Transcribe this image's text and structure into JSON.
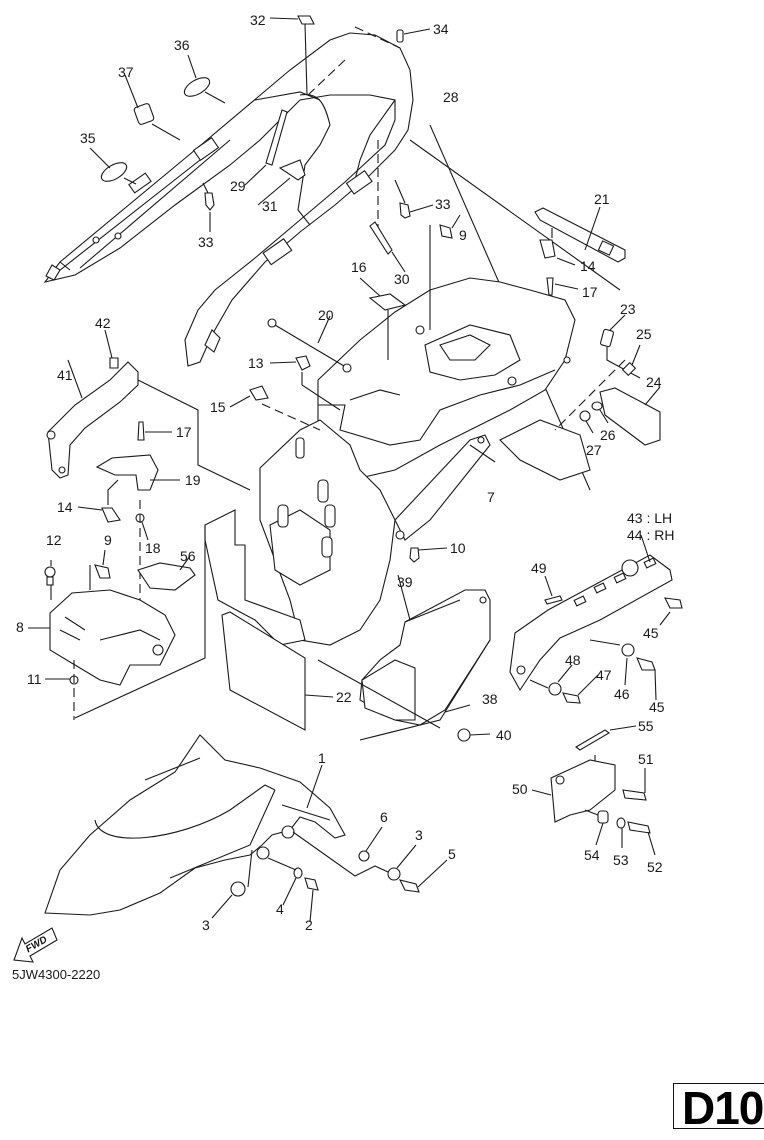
{
  "diagram": {
    "title_code": "5JW4300-2220",
    "page_label": "D10",
    "direction_marker": "FWD",
    "legend_notes": [
      {
        "id": "43",
        "side": "LH",
        "text": "43 : LH"
      },
      {
        "id": "44",
        "side": "RH",
        "text": "44 : RH"
      }
    ],
    "callouts": [
      {
        "id": "c32",
        "text": "32"
      },
      {
        "id": "c34",
        "text": "34"
      },
      {
        "id": "c36",
        "text": "36"
      },
      {
        "id": "c37",
        "text": "37"
      },
      {
        "id": "c28",
        "text": "28"
      },
      {
        "id": "c35",
        "text": "35"
      },
      {
        "id": "c29",
        "text": "29"
      },
      {
        "id": "c31",
        "text": "31"
      },
      {
        "id": "c33a",
        "text": "33"
      },
      {
        "id": "c33b",
        "text": "33"
      },
      {
        "id": "c21",
        "text": "21"
      },
      {
        "id": "c9a",
        "text": "9"
      },
      {
        "id": "c30",
        "text": "30"
      },
      {
        "id": "c14a",
        "text": "14"
      },
      {
        "id": "c17a",
        "text": "17"
      },
      {
        "id": "c16",
        "text": "16"
      },
      {
        "id": "c42",
        "text": "42"
      },
      {
        "id": "c20",
        "text": "20"
      },
      {
        "id": "c23",
        "text": "23"
      },
      {
        "id": "c25",
        "text": "25"
      },
      {
        "id": "c13",
        "text": "13"
      },
      {
        "id": "c41",
        "text": "41"
      },
      {
        "id": "c24",
        "text": "24"
      },
      {
        "id": "c15",
        "text": "15"
      },
      {
        "id": "c17b",
        "text": "17"
      },
      {
        "id": "c26",
        "text": "26"
      },
      {
        "id": "c27",
        "text": "27"
      },
      {
        "id": "c19",
        "text": "19"
      },
      {
        "id": "c7",
        "text": "7"
      },
      {
        "id": "c14b",
        "text": "14"
      },
      {
        "id": "c18",
        "text": "18"
      },
      {
        "id": "c12",
        "text": "12"
      },
      {
        "id": "c9b",
        "text": "9"
      },
      {
        "id": "c10",
        "text": "10"
      },
      {
        "id": "c56",
        "text": "56"
      },
      {
        "id": "c39",
        "text": "39"
      },
      {
        "id": "c8",
        "text": "8"
      },
      {
        "id": "c49",
        "text": "49"
      },
      {
        "id": "c45a",
        "text": "45"
      },
      {
        "id": "c48",
        "text": "48"
      },
      {
        "id": "c47",
        "text": "47"
      },
      {
        "id": "c46",
        "text": "46"
      },
      {
        "id": "c45b",
        "text": "45"
      },
      {
        "id": "c11",
        "text": "11"
      },
      {
        "id": "c22",
        "text": "22"
      },
      {
        "id": "c38",
        "text": "38"
      },
      {
        "id": "c40",
        "text": "40"
      },
      {
        "id": "c55",
        "text": "55"
      },
      {
        "id": "c1",
        "text": "1"
      },
      {
        "id": "c51",
        "text": "51"
      },
      {
        "id": "c50",
        "text": "50"
      },
      {
        "id": "c6",
        "text": "6"
      },
      {
        "id": "c3a",
        "text": "3"
      },
      {
        "id": "c5",
        "text": "5"
      },
      {
        "id": "c54",
        "text": "54"
      },
      {
        "id": "c53",
        "text": "53"
      },
      {
        "id": "c52",
        "text": "52"
      },
      {
        "id": "c4",
        "text": "4"
      },
      {
        "id": "c2",
        "text": "2"
      },
      {
        "id": "c3b",
        "text": "3"
      }
    ]
  }
}
